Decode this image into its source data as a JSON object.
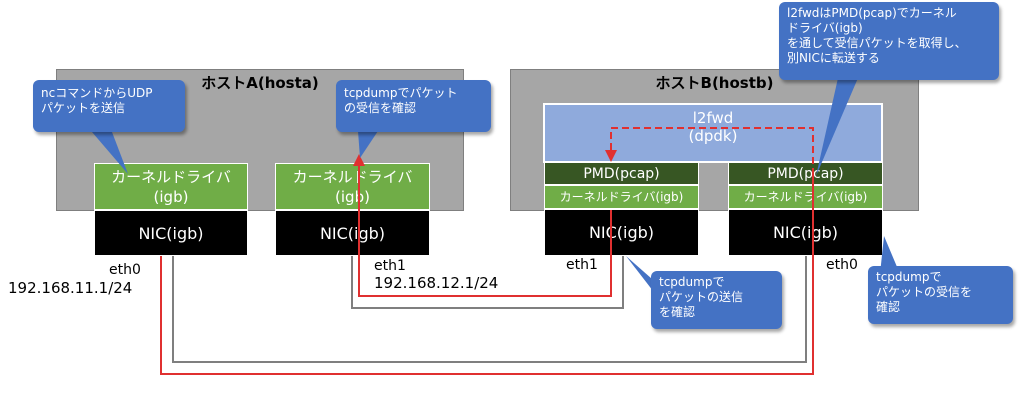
{
  "hosts": {
    "a": {
      "title": "ホストA(hosta)"
    },
    "b": {
      "title": "ホストB(hostb)"
    }
  },
  "host_a": {
    "left": {
      "driver_l1": "カーネルドライバ",
      "driver_l2": "(igb)",
      "nic": "NIC(igb)",
      "iface": "eth0",
      "ip": "192.168.11.1/24"
    },
    "right": {
      "driver_l1": "カーネルドライバ",
      "driver_l2": "(igb)",
      "nic": "NIC(igb)",
      "iface": "eth1",
      "ip": "192.168.12.1/24"
    }
  },
  "host_b": {
    "l2fwd": {
      "l1": "l2fwd",
      "l2": "(dpdk)"
    },
    "left": {
      "pmd": "PMD(pcap)",
      "driver": "カーネルドライバ(igb)",
      "nic": "NIC(igb)",
      "iface": "eth1"
    },
    "right": {
      "pmd": "PMD(pcap)",
      "driver": "カーネルドライバ(igb)",
      "nic": "NIC(igb)",
      "iface": "eth0"
    }
  },
  "callouts": {
    "nc_udp": {
      "l1": "ncコマンドからUDP",
      "l2": "パケットを送信"
    },
    "tcpdump_recv_a": {
      "l1": "tcpdumpでパケット",
      "l2": "の受信を確認"
    },
    "l2fwd_note": {
      "l1": "l2fwdはPMD(pcap)でカーネル",
      "l2": "ドライバ(igb)",
      "l3": "を通して受信パケットを取得し、",
      "l4": "別NICに転送する"
    },
    "tcpdump_send_b": {
      "l1": "tcpdumpで",
      "l2": "パケットの送信",
      "l3": "を確認"
    },
    "tcpdump_recv_b": {
      "l1": "tcpdumpで",
      "l2": "パケットの受信を",
      "l3": "確認"
    }
  },
  "colors": {
    "host_bg": "#a6a6a6",
    "green": "#70ad47",
    "dark_green": "#375623",
    "nic": "#000000",
    "l2fwd": "#8faadc",
    "callout": "#4472c4",
    "path_red": "#e03030",
    "cable_gray": "#7f7f7f"
  }
}
